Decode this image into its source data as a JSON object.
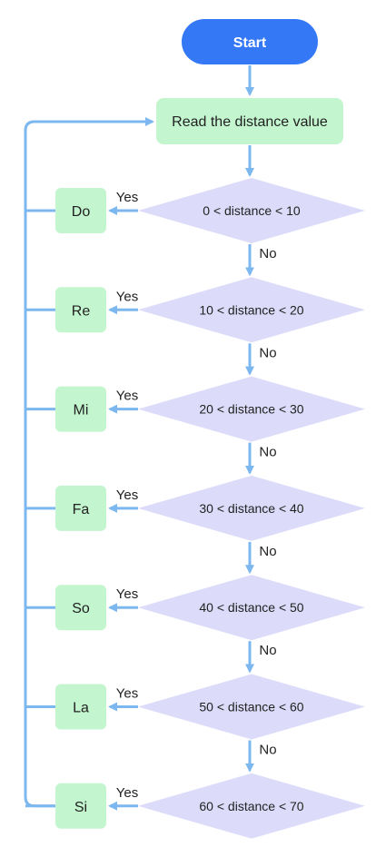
{
  "colors": {
    "start_fill": "#3478f6",
    "start_text": "#ffffff",
    "process_fill": "#c3f5cf",
    "decision_fill": "#dcdcfa",
    "arrow": "#7cb7ef",
    "text": "#222222"
  },
  "start": {
    "label": "Start"
  },
  "read": {
    "label": "Read the distance value"
  },
  "yes_label": "Yes",
  "no_label": "No",
  "decisions": [
    {
      "condition": "0 < distance < 10",
      "note": "Do"
    },
    {
      "condition": "10 < distance < 20",
      "note": "Re"
    },
    {
      "condition": "20 < distance < 30",
      "note": "Mi"
    },
    {
      "condition": "30 < distance < 40",
      "note": "Fa"
    },
    {
      "condition": "40 < distance < 50",
      "note": "So"
    },
    {
      "condition": "50 < distance < 60",
      "note": "La"
    },
    {
      "condition": "60 < distance < 70",
      "note": "Si"
    }
  ]
}
